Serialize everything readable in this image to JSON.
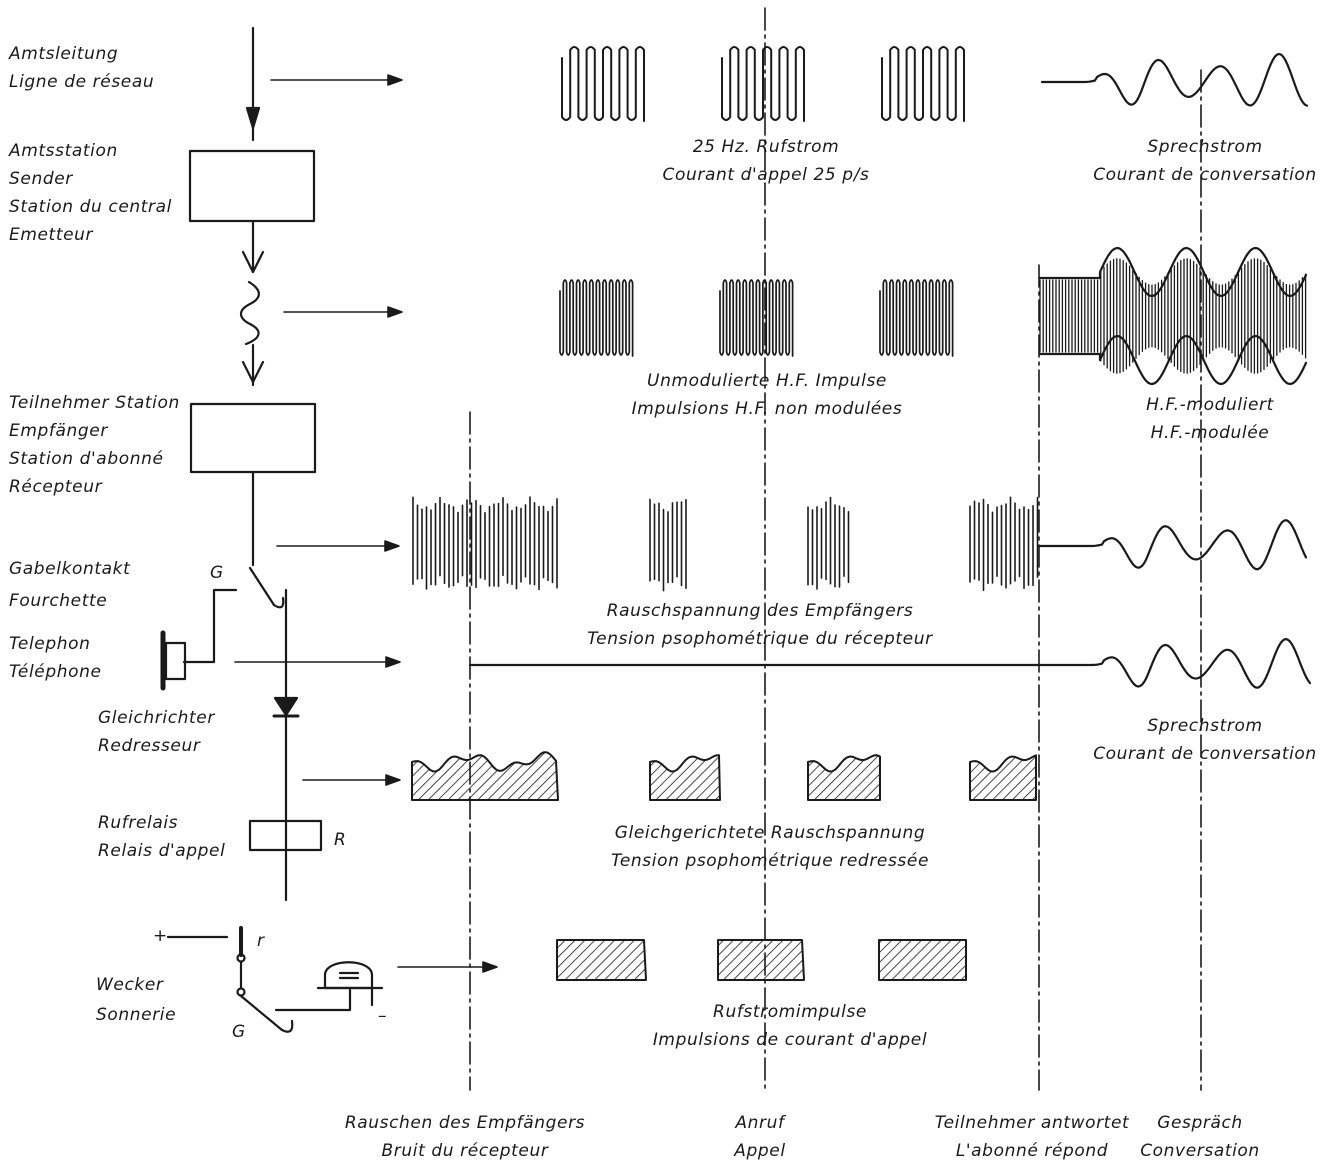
{
  "stages": {
    "exchange_line": [
      "Amtsleitung",
      "Ligne de réseau"
    ],
    "exchange_station": [
      "Amtsstation",
      "Sender",
      "Station du central",
      "Emetteur"
    ],
    "subscriber_station": [
      "Teilnehmer Station",
      "Empfänger",
      "Station d'abonné",
      "Récepteur"
    ],
    "hook_switch": [
      "Gabelkontakt",
      "Fourchette"
    ],
    "telephone": [
      "Telephon",
      "Téléphone"
    ],
    "rectifier": [
      "Gleichrichter",
      "Redresseur"
    ],
    "call_relay": [
      "Rufrelais",
      "Relais d'appel"
    ],
    "bell": [
      "Wecker",
      "Sonnerie"
    ]
  },
  "marks": {
    "hook_g_top": "G",
    "relay_r": "R",
    "contact_r": "r",
    "hook_g_bottom": "G",
    "plus": "+",
    "minus": "–"
  },
  "captions": {
    "ringing_current": [
      "25 Hz. Rufstrom",
      "Courant d'appel 25 p/s"
    ],
    "speech_current_top": [
      "Sprechstrom",
      "Courant de conversation"
    ],
    "unmodulated_hf": [
      "Unmodulierte H.F. Impulse",
      "Impulsions H.F. non modulées"
    ],
    "hf_modulated": [
      "H.F.-moduliert",
      "H.F.-modulée"
    ],
    "receiver_noise_voltage": [
      "Rauschspannung des Empfängers",
      "Tension psophométrique du récepteur"
    ],
    "speech_current_mid": [
      "Sprechstrom",
      "Courant de conversation"
    ],
    "rectified_noise": [
      "Gleichgerichtete Rauschspannung",
      "Tension psophométrique redressée"
    ],
    "ringing_pulses": [
      "Rufstromimpulse",
      "Impulsions de courant d'appel"
    ]
  },
  "phases": {
    "receiver_noise": [
      "Rauschen des Empfängers",
      "Bruit du récepteur"
    ],
    "call": [
      "Anruf",
      "Appel"
    ],
    "subscriber_answers": [
      "Teilnehmer antwortet",
      "L'abonné répond"
    ],
    "conversation": [
      "Gespräch",
      "Conversation"
    ]
  }
}
